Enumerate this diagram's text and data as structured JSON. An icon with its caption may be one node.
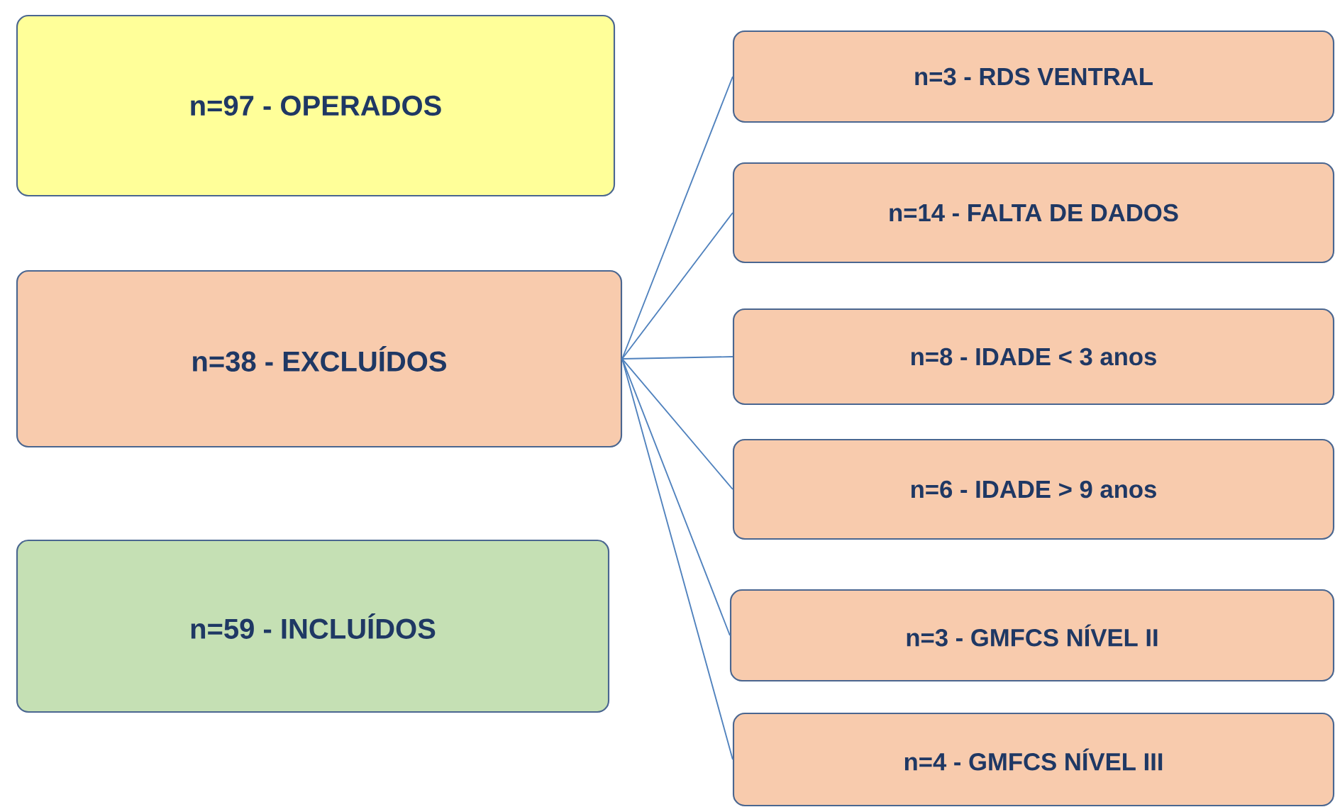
{
  "diagram": {
    "nodes": [
      {
        "text": [
          "n=97 - OPERADOS"
        ]
      },
      {
        "text": [
          "n=38 - EXCLUÍDOS"
        ]
      },
      {
        "text": [
          "n=59 - INCLUÍDOS"
        ]
      },
      {
        "text": [
          "n=3 - RDS VENTRAL"
        ]
      },
      {
        "text": [
          "n=14 - FALTA DE DADOS"
        ]
      },
      {
        "text": [
          "n=8 - IDADE < 3 anos"
        ]
      },
      {
        "text": [
          "n=6 - IDADE > 9 anos"
        ]
      },
      {
        "text": [
          "n=3 - GMFCS NÍVEL II"
        ]
      },
      {
        "text": [
          "n=4 - GMFCS NÍVEL III"
        ]
      }
    ],
    "edges": [
      {
        "from": 1,
        "to": 3,
        "arrow": "none"
      },
      {
        "from": 1,
        "to": 4,
        "arrow": "none"
      },
      {
        "from": 1,
        "to": 5,
        "arrow": "none"
      },
      {
        "from": 1,
        "to": 6,
        "arrow": "none"
      },
      {
        "from": 1,
        "to": 7,
        "arrow": "none"
      },
      {
        "from": 1,
        "to": 8,
        "arrow": "none"
      }
    ]
  }
}
